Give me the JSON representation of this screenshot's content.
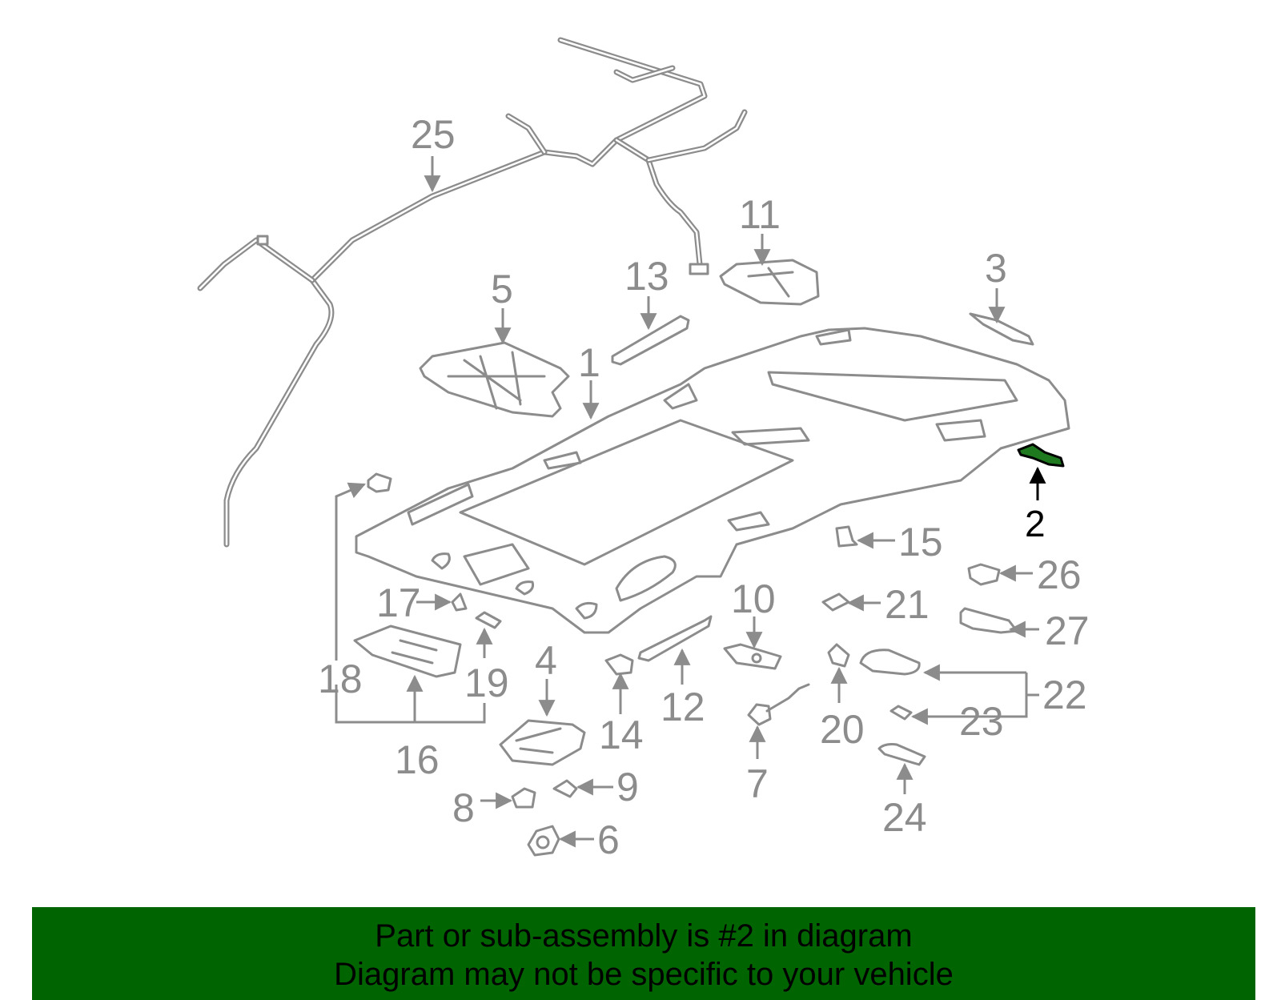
{
  "diagram": {
    "highlight_part": "2",
    "highlight_color": "#1f7a1f",
    "line_color": "#8c8c8c",
    "callouts": [
      {
        "id": "p1",
        "label": "1"
      },
      {
        "id": "p2",
        "label": "2"
      },
      {
        "id": "p3",
        "label": "3"
      },
      {
        "id": "p4",
        "label": "4"
      },
      {
        "id": "p5",
        "label": "5"
      },
      {
        "id": "p6",
        "label": "6"
      },
      {
        "id": "p7",
        "label": "7"
      },
      {
        "id": "p8",
        "label": "8"
      },
      {
        "id": "p9",
        "label": "9"
      },
      {
        "id": "p10",
        "label": "10"
      },
      {
        "id": "p11",
        "label": "11"
      },
      {
        "id": "p12",
        "label": "12"
      },
      {
        "id": "p13",
        "label": "13"
      },
      {
        "id": "p14",
        "label": "14"
      },
      {
        "id": "p15",
        "label": "15"
      },
      {
        "id": "p16",
        "label": "16"
      },
      {
        "id": "p17",
        "label": "17"
      },
      {
        "id": "p18",
        "label": "18"
      },
      {
        "id": "p19",
        "label": "19"
      },
      {
        "id": "p20",
        "label": "20"
      },
      {
        "id": "p21",
        "label": "21"
      },
      {
        "id": "p22",
        "label": "22"
      },
      {
        "id": "p23",
        "label": "23"
      },
      {
        "id": "p24",
        "label": "24"
      },
      {
        "id": "p25",
        "label": "25"
      },
      {
        "id": "p26",
        "label": "26"
      },
      {
        "id": "p27",
        "label": "27"
      }
    ]
  },
  "banner": {
    "line1": "Part or sub-assembly is #2 in diagram",
    "line2": "Diagram may not be specific to your vehicle",
    "background": "#006400"
  }
}
